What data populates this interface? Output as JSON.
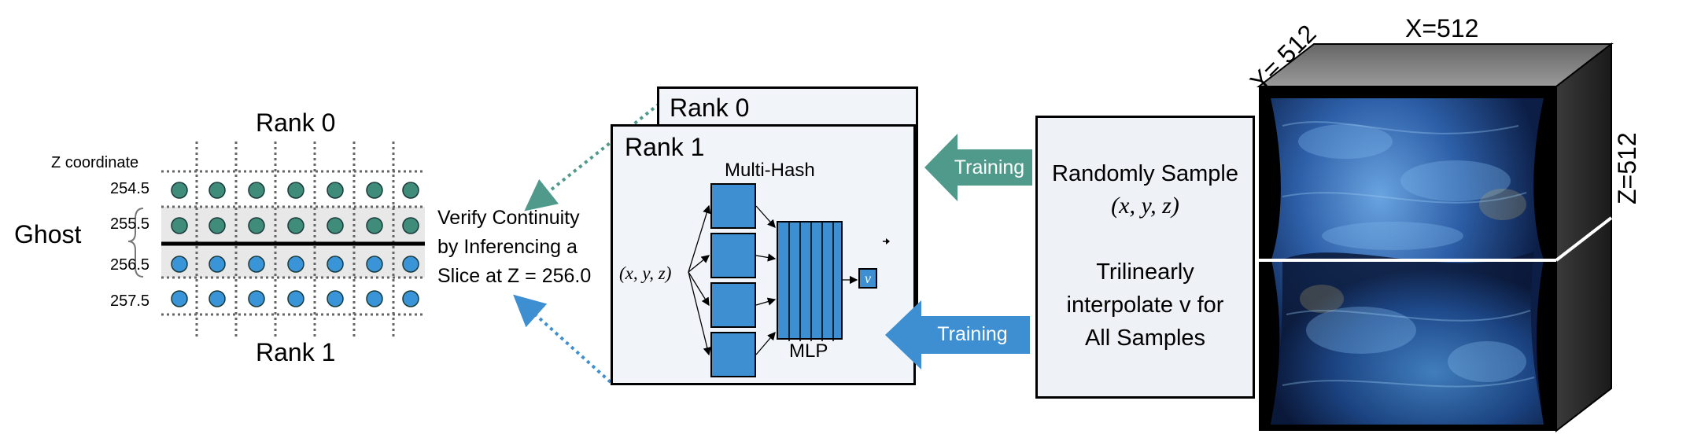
{
  "left": {
    "rank_top": "Rank 0",
    "rank_bottom": "Rank 1",
    "z_label": "Z coordinate",
    "ghost_label": "Ghost",
    "rows": [
      "254.5",
      "255.5",
      "256.5",
      "257.5"
    ],
    "colors": {
      "teal": "#3f8c7a",
      "blue": "#3a95d8",
      "ghost_band": "#e6e6e6"
    }
  },
  "verify": {
    "line1": "Verify Continuity",
    "line2": "by Inferencing a",
    "line3": "Slice at Z = 256.0"
  },
  "network": {
    "rank_back": "Rank 0",
    "rank_front": "Rank 1",
    "hash_label": "Multi-Hash",
    "mlp_label": "MLP",
    "input_label": "(x, y, z)",
    "output_label": "v",
    "output_label_back": "v"
  },
  "training": {
    "top_label": "Training",
    "bottom_label": "Training",
    "colors": {
      "top": "#4f9a8a",
      "bottom": "#3d8fd1"
    }
  },
  "sample": {
    "line1": "Randomly Sample",
    "line2": "(x, y, z)",
    "line3": "Trilinearly",
    "line4": "interpolate v for",
    "line5": "All Samples"
  },
  "volume": {
    "x_label": "X=512",
    "y_label": "Y= 512",
    "z_label": "Z=512"
  }
}
